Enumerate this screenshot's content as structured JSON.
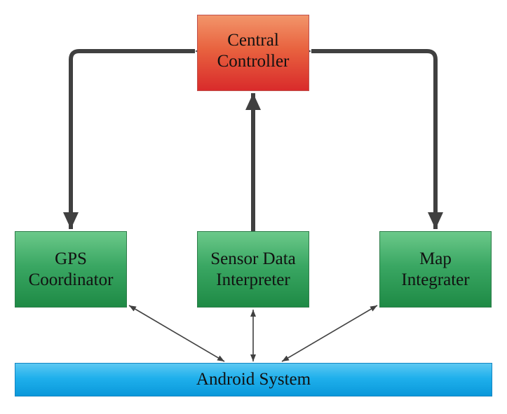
{
  "boxes": {
    "central": {
      "line1": "Central",
      "line2": "Controller"
    },
    "gps": {
      "line1": "GPS",
      "line2": "Coordinator"
    },
    "sensor": {
      "line1": "Sensor Data",
      "line2": "Interpreter"
    },
    "map": {
      "line1": "Map",
      "line2": "Integrater"
    },
    "android": {
      "label": "Android System"
    }
  },
  "colors": {
    "central_fill": "#e8623f",
    "module_fill": "#3aa763",
    "system_fill": "#1fb0ec",
    "thick_arrow": "#404040",
    "thin_arrow": "#404040"
  }
}
